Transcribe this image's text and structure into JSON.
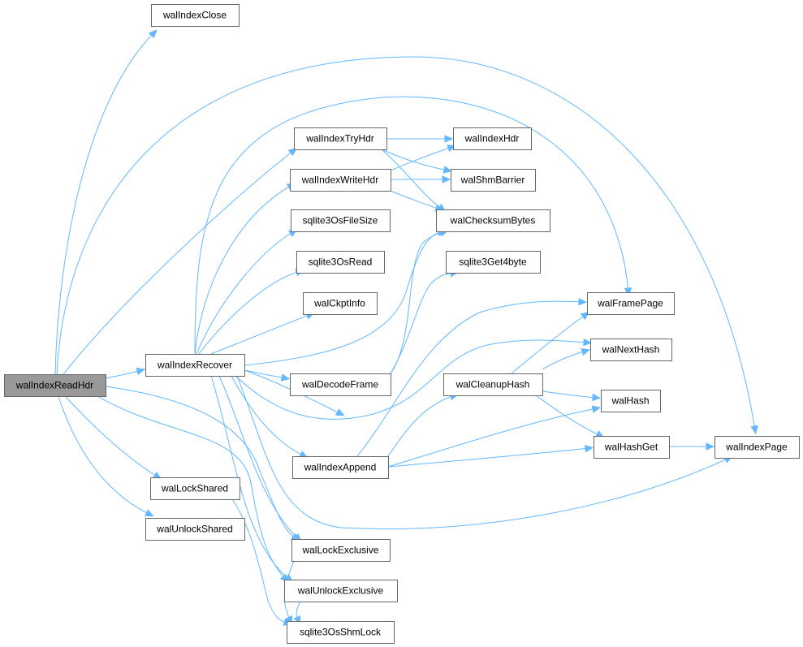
{
  "graph": {
    "nodes": [
      {
        "id": "walIndexReadHdr",
        "label": "walIndexReadHdr",
        "root": true
      },
      {
        "id": "walIndexClose",
        "label": "walIndexClose"
      },
      {
        "id": "walIndexRecover",
        "label": "walIndexRecover"
      },
      {
        "id": "walLockShared",
        "label": "walLockShared"
      },
      {
        "id": "walUnlockShared",
        "label": "walUnlockShared"
      },
      {
        "id": "walIndexTryHdr",
        "label": "walIndexTryHdr"
      },
      {
        "id": "walIndexWriteHdr",
        "label": "walIndexWriteHdr"
      },
      {
        "id": "sqlite3OsFileSize",
        "label": "sqlite3OsFileSize"
      },
      {
        "id": "sqlite3OsRead",
        "label": "sqlite3OsRead"
      },
      {
        "id": "walCkptInfo",
        "label": "walCkptInfo"
      },
      {
        "id": "walDecodeFrame",
        "label": "walDecodeFrame"
      },
      {
        "id": "walIndexAppend",
        "label": "walIndexAppend"
      },
      {
        "id": "walLockExclusive",
        "label": "walLockExclusive"
      },
      {
        "id": "walUnlockExclusive",
        "label": "walUnlockExclusive"
      },
      {
        "id": "sqlite3OsShmLock",
        "label": "sqlite3OsShmLock"
      },
      {
        "id": "walIndexHdr",
        "label": "walIndexHdr"
      },
      {
        "id": "walShmBarrier",
        "label": "walShmBarrier"
      },
      {
        "id": "walChecksumBytes",
        "label": "walChecksumBytes"
      },
      {
        "id": "sqlite3Get4byte",
        "label": "sqlite3Get4byte"
      },
      {
        "id": "walCleanupHash",
        "label": "walCleanupHash"
      },
      {
        "id": "walFramePage",
        "label": "walFramePage"
      },
      {
        "id": "walNextHash",
        "label": "walNextHash"
      },
      {
        "id": "walHash",
        "label": "walHash"
      },
      {
        "id": "walHashGet",
        "label": "walHashGet"
      },
      {
        "id": "walIndexPage",
        "label": "walIndexPage"
      }
    ],
    "edges": [
      [
        "walIndexReadHdr",
        "walIndexClose"
      ],
      [
        "walIndexReadHdr",
        "walIndexPage"
      ],
      [
        "walIndexReadHdr",
        "walIndexTryHdr"
      ],
      [
        "walIndexReadHdr",
        "walIndexRecover"
      ],
      [
        "walIndexReadHdr",
        "walLockShared"
      ],
      [
        "walIndexReadHdr",
        "walUnlockShared"
      ],
      [
        "walIndexReadHdr",
        "walLockExclusive"
      ],
      [
        "walIndexReadHdr",
        "walUnlockExclusive"
      ],
      [
        "walIndexRecover",
        "walFramePage"
      ],
      [
        "walIndexRecover",
        "walIndexWriteHdr"
      ],
      [
        "walIndexRecover",
        "sqlite3OsFileSize"
      ],
      [
        "walIndexRecover",
        "sqlite3OsRead"
      ],
      [
        "walIndexRecover",
        "walCkptInfo"
      ],
      [
        "walIndexRecover",
        "walChecksumBytes"
      ],
      [
        "walIndexRecover",
        "sqlite3Get4byte"
      ],
      [
        "walIndexRecover",
        "walDecodeFrame"
      ],
      [
        "walIndexRecover",
        "walNextHash"
      ],
      [
        "walIndexRecover",
        "walIndexAppend"
      ],
      [
        "walIndexRecover",
        "walIndexPage"
      ],
      [
        "walIndexRecover",
        "walLockExclusive"
      ],
      [
        "walIndexRecover",
        "walUnlockExclusive"
      ],
      [
        "walIndexTryHdr",
        "walIndexHdr"
      ],
      [
        "walIndexTryHdr",
        "walShmBarrier"
      ],
      [
        "walIndexTryHdr",
        "walChecksumBytes"
      ],
      [
        "walIndexWriteHdr",
        "walIndexHdr"
      ],
      [
        "walIndexWriteHdr",
        "walShmBarrier"
      ],
      [
        "walIndexWriteHdr",
        "walChecksumBytes"
      ],
      [
        "walDecodeFrame",
        "walChecksumBytes"
      ],
      [
        "walDecodeFrame",
        "sqlite3Get4byte"
      ],
      [
        "walIndexAppend",
        "walFramePage"
      ],
      [
        "walIndexAppend",
        "walCleanupHash"
      ],
      [
        "walIndexAppend",
        "walHash"
      ],
      [
        "walIndexAppend",
        "walHashGet"
      ],
      [
        "walCleanupHash",
        "walFramePage"
      ],
      [
        "walCleanupHash",
        "walNextHash"
      ],
      [
        "walCleanupHash",
        "walHash"
      ],
      [
        "walCleanupHash",
        "walHashGet"
      ],
      [
        "walHashGet",
        "walIndexPage"
      ],
      [
        "walLockShared",
        "sqlite3OsShmLock"
      ],
      [
        "walLockExclusive",
        "sqlite3OsShmLock"
      ],
      [
        "walUnlockExclusive",
        "sqlite3OsShmLock"
      ]
    ]
  },
  "colors": {
    "edge": "#63b8ff",
    "node_border": "#666666",
    "root_fill": "#999999",
    "node_fill": "#ffffff"
  }
}
